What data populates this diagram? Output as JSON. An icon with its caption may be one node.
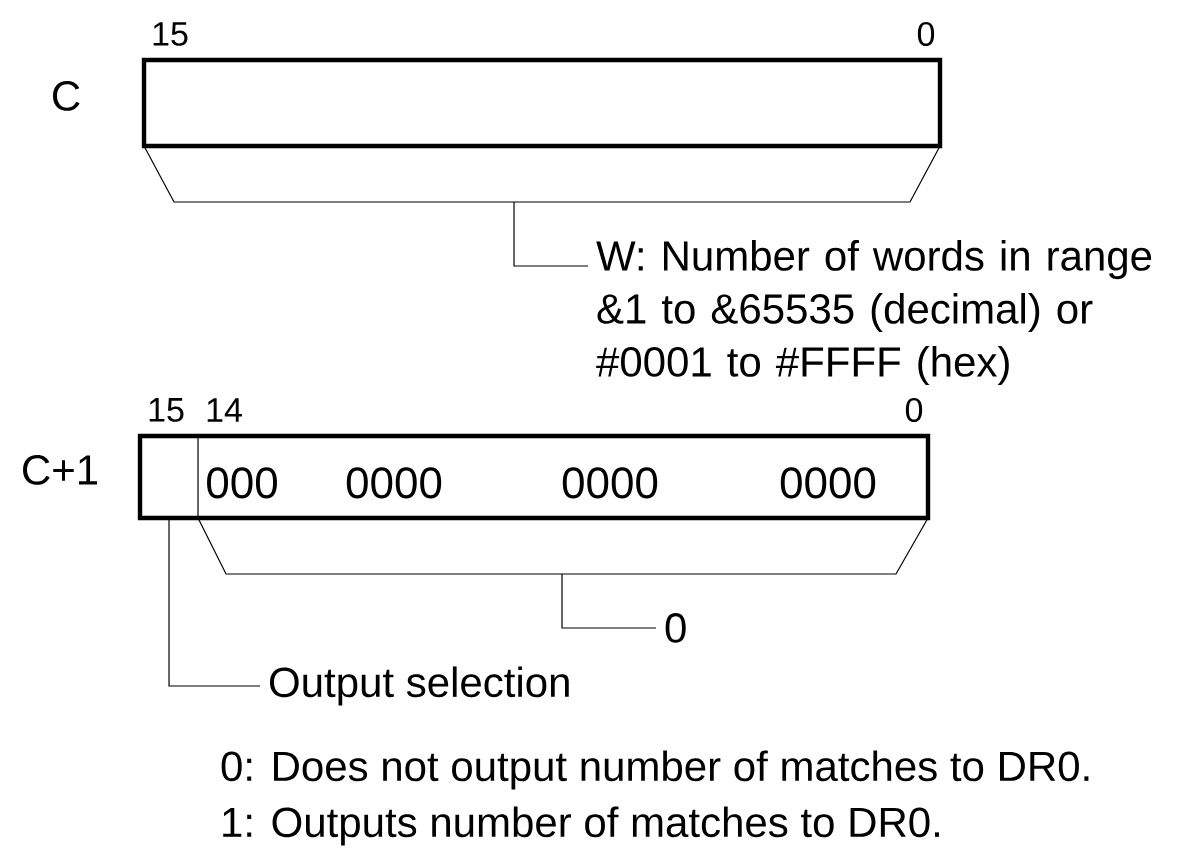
{
  "diagram": {
    "nodes": [
      {
        "text": [],
        "shape": "box",
        "beside": [
          "C",
          "15",
          "0"
        ]
      },
      {
        "text": [
          "W: Number of words in range &1 to &65535 (decimal) or #0001 to #FFFF (hex)"
        ]
      },
      {
        "text": [],
        "shape": "box",
        "beside": [
          "C+1",
          "15",
          "14",
          "0"
        ]
      },
      {
        "text": [],
        "shape": "box",
        "in": 2
      },
      {
        "text": [
          "000",
          "0000",
          "0000",
          "0000"
        ],
        "in": 2
      },
      {
        "text": [
          "0"
        ]
      },
      {
        "text": [
          "Output selection"
        ]
      }
    ],
    "edges": [
      {
        "from": 1,
        "to": 0,
        "arrow": "none"
      },
      {
        "from": 5,
        "to": 4,
        "arrow": "none"
      },
      {
        "from": 6,
        "to": 3,
        "arrow": "none"
      }
    ],
    "labels": [
      "0: Does not output number of matches to DR0.",
      "1: Outputs number of matches to DR0."
    ]
  }
}
